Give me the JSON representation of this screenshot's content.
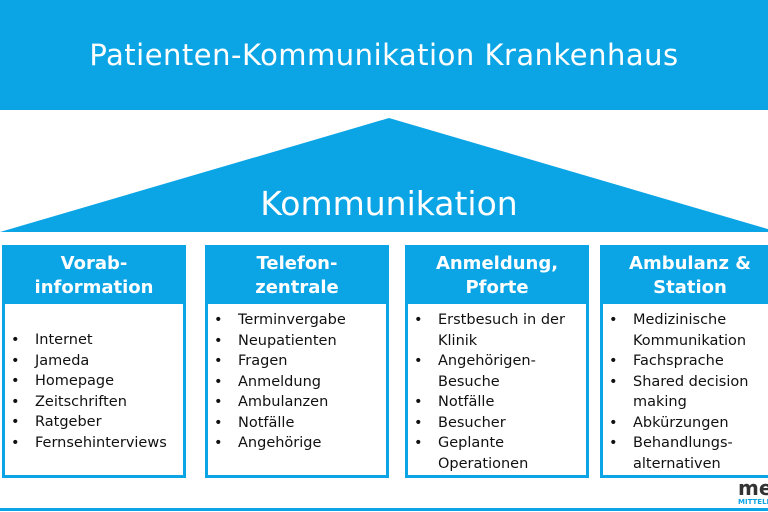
{
  "title": "Patienten-Kommunikation Krankenhaus",
  "roof_label": "Kommunikation",
  "colors": {
    "accent": "#0ba5e6"
  },
  "columns": [
    {
      "header": [
        "Vorab-",
        "information"
      ],
      "items": [
        [
          "Internet"
        ],
        [
          "Jameda"
        ],
        [
          "Homepage"
        ],
        [
          "Zeitschriften"
        ],
        [
          "Ratgeber"
        ],
        [
          "Fernsehinterviews"
        ]
      ]
    },
    {
      "header": [
        "Telefon-",
        "zentrale"
      ],
      "items": [
        [
          "Terminvergabe"
        ],
        [
          "Neupatienten"
        ],
        [
          "Fragen"
        ],
        [
          "Anmeldung"
        ],
        [
          "Ambulanzen"
        ],
        [
          "Notfälle"
        ],
        [
          "Angehörige"
        ]
      ]
    },
    {
      "header": [
        "Anmeldung,",
        "Pforte"
      ],
      "items": [
        [
          "Erstbesuch in der",
          "Klinik"
        ],
        [
          "Angehörigen-",
          "Besuche"
        ],
        [
          "Notfälle"
        ],
        [
          "Besucher"
        ],
        [
          "Geplante",
          "Operationen"
        ]
      ]
    },
    {
      "header": [
        "Ambulanz &",
        "Station"
      ],
      "items": [
        [
          "Medizinische",
          "Kommunikation"
        ],
        [
          "Fachsprache"
        ],
        [
          "Shared decision",
          "making"
        ],
        [
          "Abkürzungen"
        ],
        [
          "Behandlungs-",
          "alternativen"
        ]
      ]
    }
  ],
  "logo": {
    "main": "me",
    "sub": "MITTELP"
  }
}
